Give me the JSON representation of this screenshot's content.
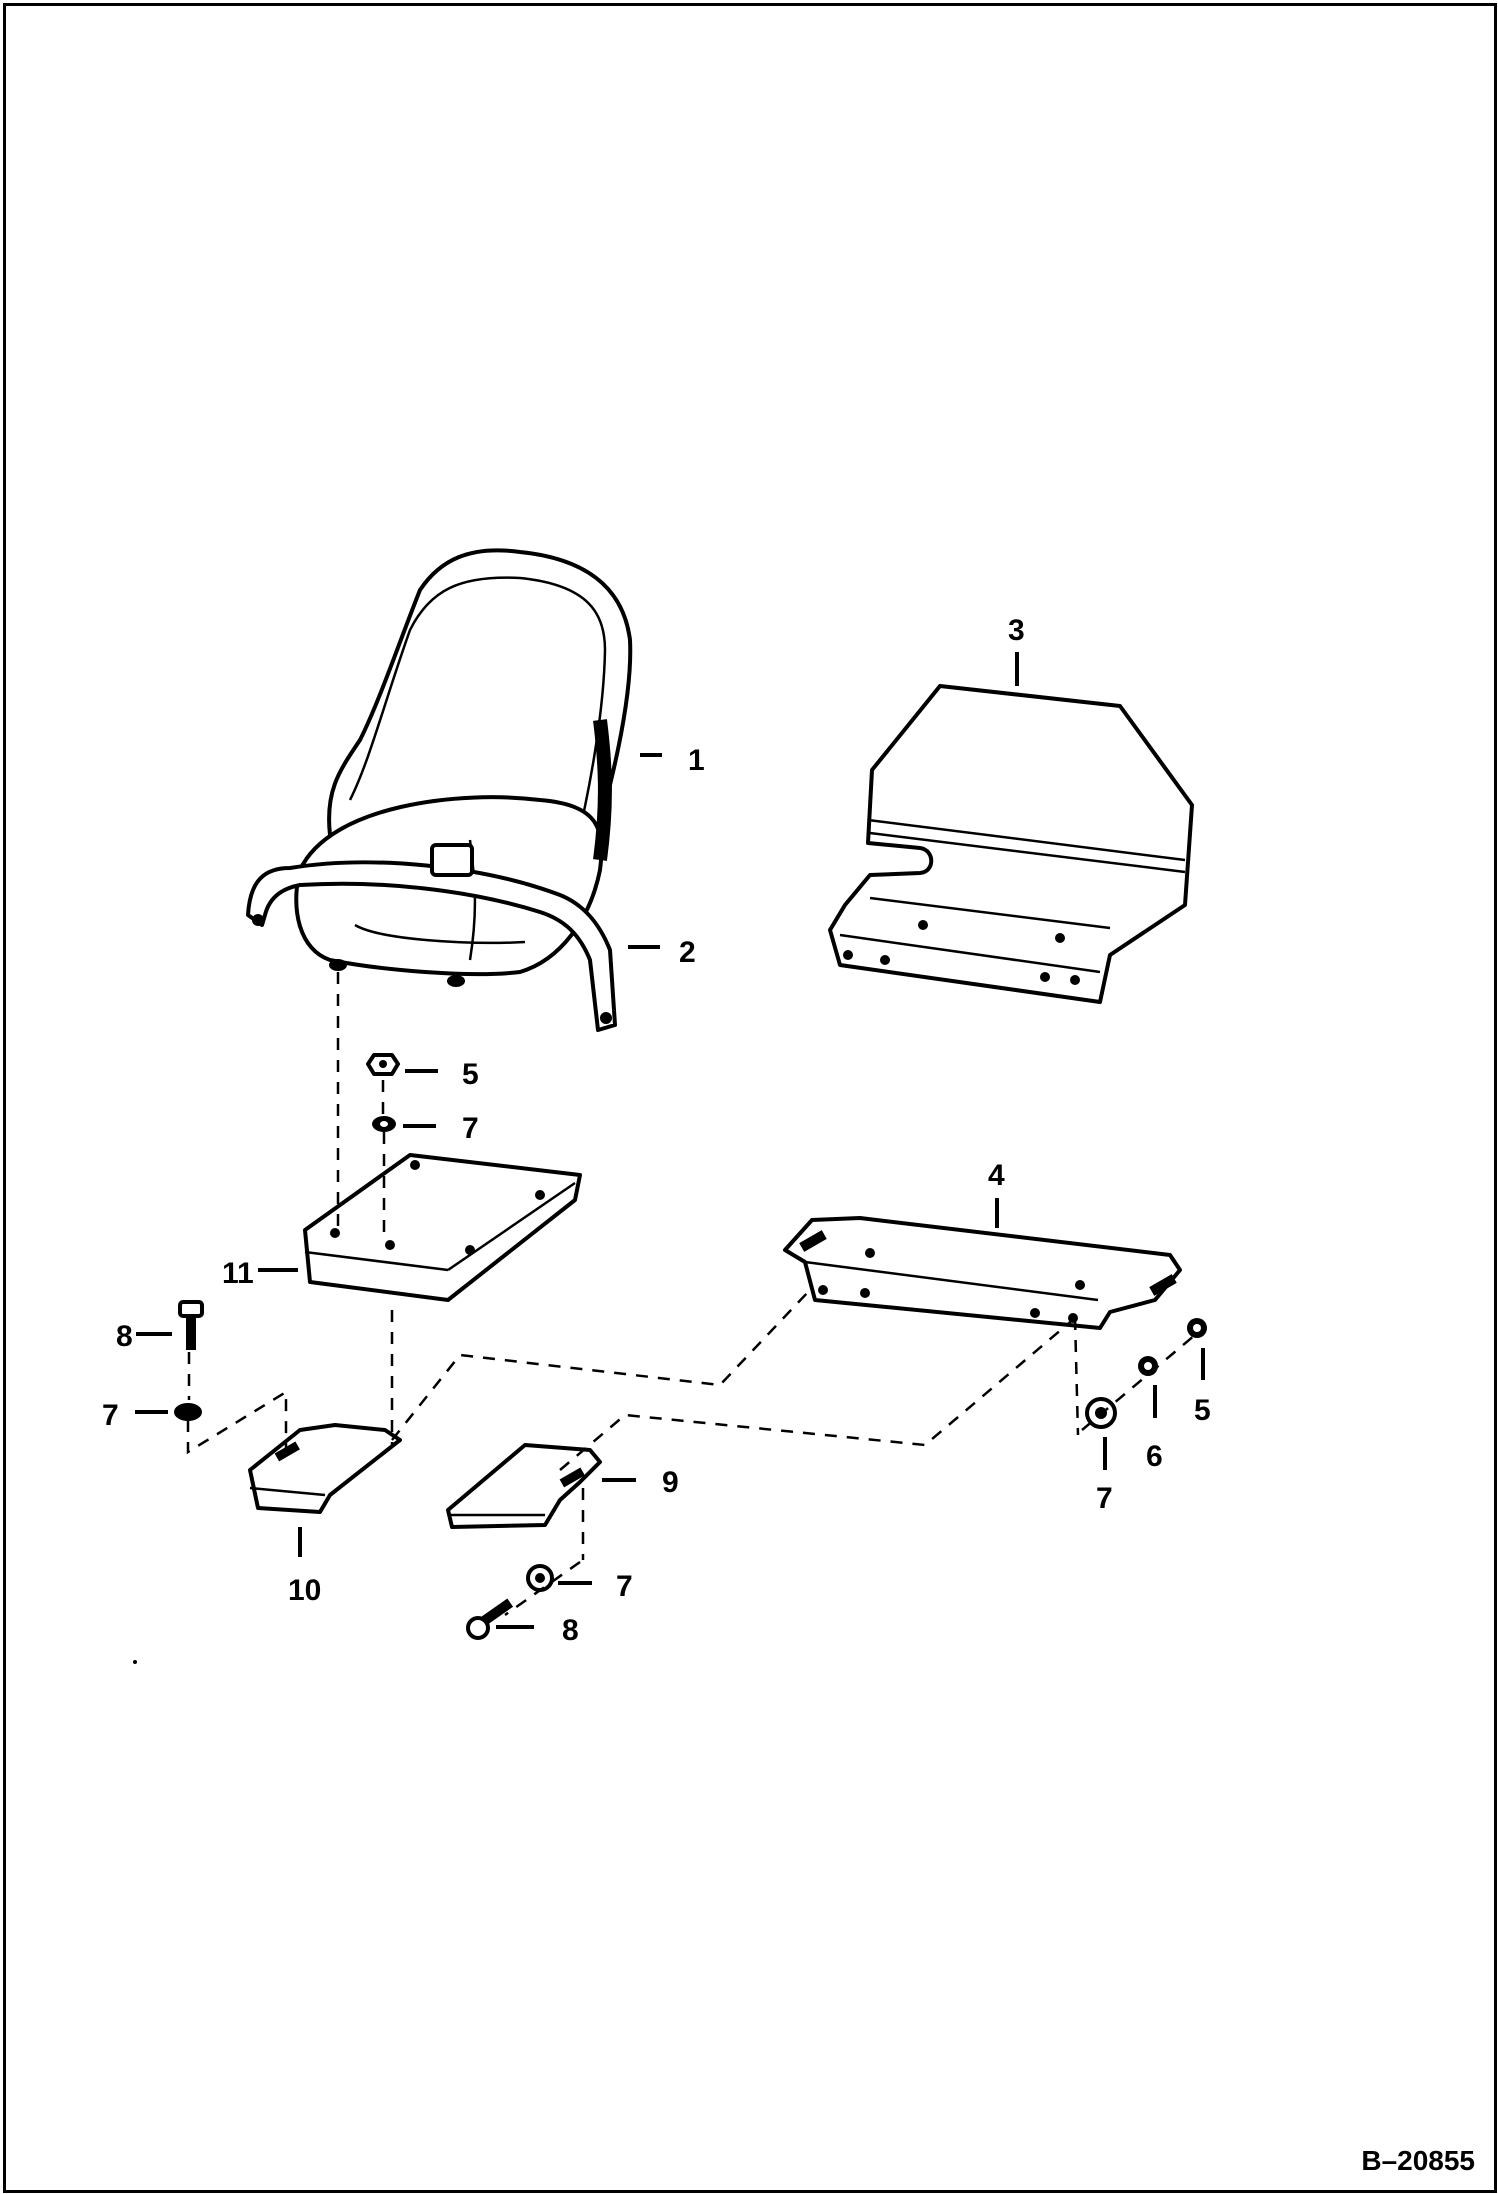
{
  "callouts": {
    "c1": "1",
    "c2": "2",
    "c3": "3",
    "c4": "4",
    "c5a": "5",
    "c7a": "7",
    "c11": "11",
    "c8a": "8",
    "c7b": "7",
    "c10": "10",
    "c9": "9",
    "c7c": "7",
    "c8b": "8",
    "c5b": "5",
    "c6": "6",
    "c7d": "7"
  },
  "drawing_number": "B–20855"
}
